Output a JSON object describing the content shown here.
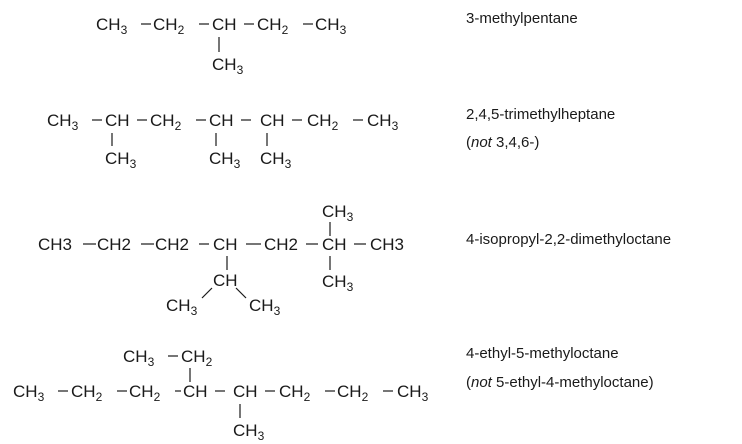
{
  "colors": {
    "text": "#1a1a1a",
    "background": "#ffffff"
  },
  "compounds": [
    {
      "name": "3-methylpentane",
      "main_chain": [
        "CH3",
        "CH2",
        "CH",
        "CH2",
        "CH3"
      ],
      "substituents": [
        {
          "on_group": 3,
          "group": "CH3",
          "side": "below"
        }
      ]
    },
    {
      "name": "2,4,5-trimethylheptane",
      "note_italic": "not",
      "note_rest": " 3,4,6-)",
      "note_open": "(",
      "main_chain": [
        "CH3",
        "CH",
        "CH2",
        "CH",
        "CH",
        "CH2",
        "CH3"
      ],
      "substituents": [
        {
          "on_group": 2,
          "group": "CH3",
          "side": "below"
        },
        {
          "on_group": 4,
          "group": "CH3",
          "side": "below"
        },
        {
          "on_group": 5,
          "group": "CH3",
          "side": "below"
        }
      ]
    },
    {
      "name": "4-isopropyl-2,2-dimethyloctane",
      "main_chain": [
        "CH3",
        "CH2",
        "CH2",
        "CH",
        "CH2",
        "CH",
        "CH3"
      ],
      "substituents": [
        {
          "on_group": 6,
          "group": "CH3",
          "side": "above"
        },
        {
          "on_group": 6,
          "group": "CH3",
          "side": "below"
        },
        {
          "on_group": 4,
          "group": "CH",
          "side": "below",
          "branches": [
            "CH3",
            "CH3"
          ]
        }
      ]
    },
    {
      "name": "4-ethyl-5-methyloctane",
      "note_open": "(",
      "note_italic": "not",
      "note_rest": " 5-ethyl-4-methyloctane)",
      "main_chain": [
        "CH3",
        "CH2",
        "CH2",
        "CH",
        "CH",
        "CH2",
        "CH2",
        "CH3"
      ],
      "substituents": [
        {
          "on_group": 4,
          "group": "CH3-CH2",
          "side": "above"
        },
        {
          "on_group": 5,
          "group": "CH3",
          "side": "below"
        }
      ]
    }
  ]
}
